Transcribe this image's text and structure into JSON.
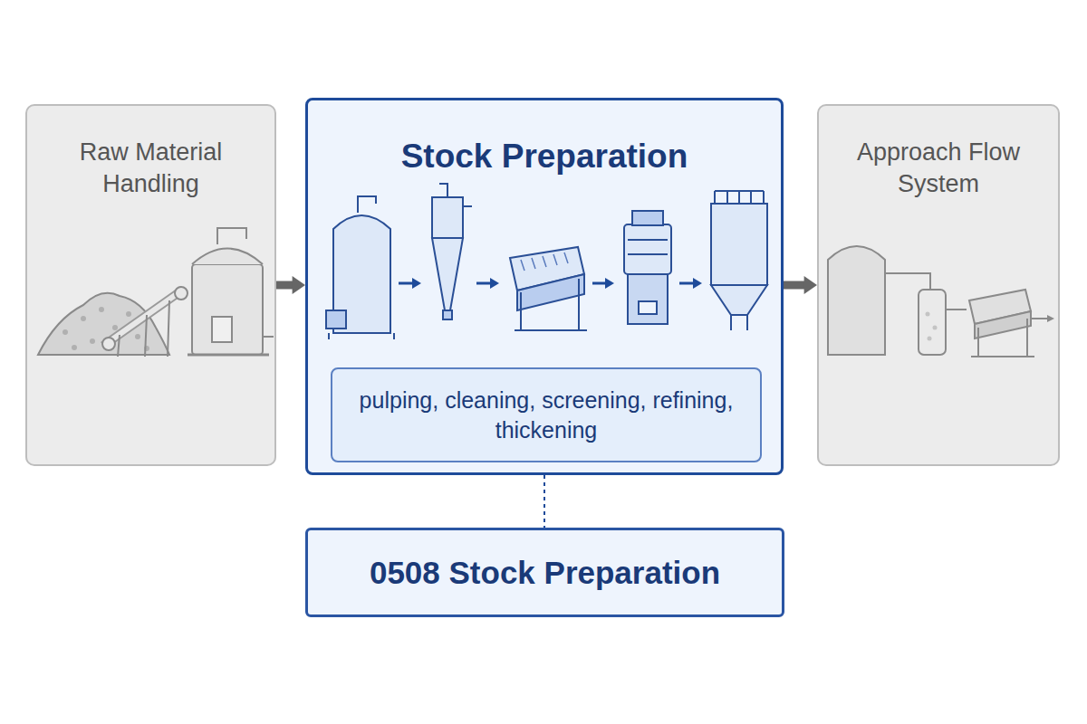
{
  "diagram": {
    "nodes": [
      {
        "text": [
          "Raw Material Handling"
        ]
      },
      {
        "text": [
          "Stock Preparation"
        ]
      },
      {
        "text": [
          "pulping, cleaning, screening, refining, thickening"
        ],
        "in": 1
      },
      {
        "text": [
          "Approach Flow System"
        ]
      },
      {
        "text": [
          "0508 Stock Preparation"
        ]
      }
    ],
    "edges": [
      {
        "from": 0,
        "to": 1,
        "arrow": "to"
      },
      {
        "from": 1,
        "to": 3,
        "arrow": "to"
      },
      {
        "from": 1,
        "to": 4,
        "arrow": "none"
      }
    ]
  }
}
